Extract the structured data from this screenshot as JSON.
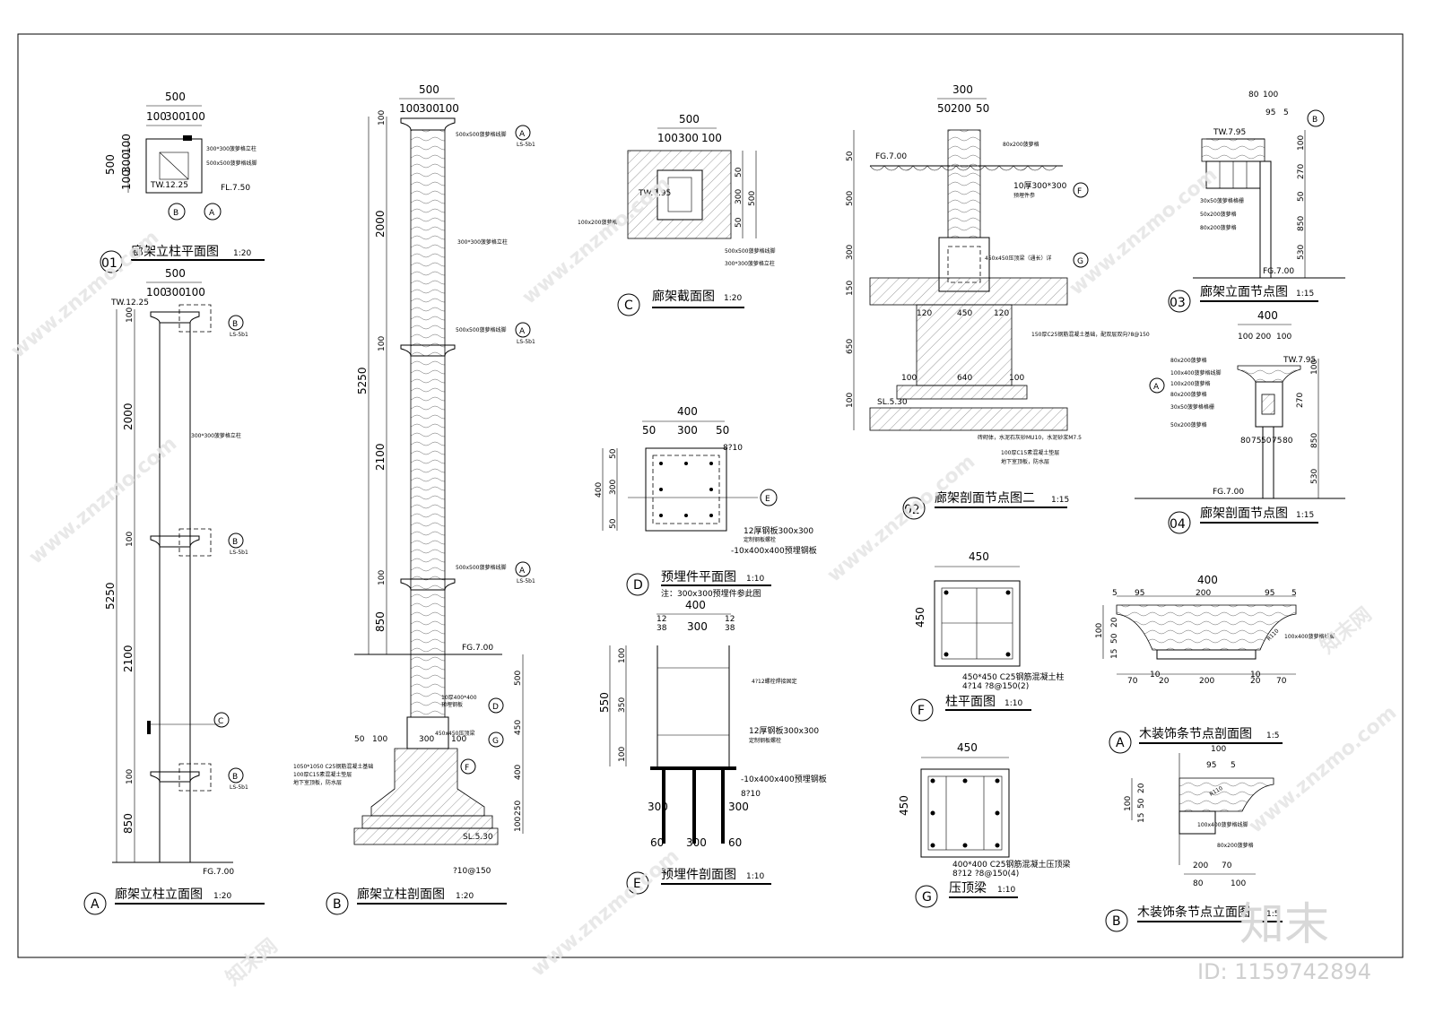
{
  "drawings": {
    "d01": {
      "num": "01",
      "title": "廊架立柱平面图",
      "scale": "1:20",
      "dims": [
        "500",
        "100",
        "300",
        "100",
        "100",
        "300",
        "100",
        "500"
      ],
      "notes": [
        "300*300菠萝格立柱",
        "500x500菠萝格线脚"
      ],
      "elev": [
        "TW.12.25",
        "FL.7.50"
      ],
      "marks": [
        "B",
        "A"
      ]
    },
    "dA": {
      "num": "A",
      "title": "廊架立柱立面图",
      "scale": "1:20",
      "dims": [
        "500",
        "100",
        "300",
        "100",
        "5250",
        "2000",
        "2100",
        "850",
        "100",
        "100",
        "100"
      ],
      "notes": [
        "300*300菠萝格立柱"
      ],
      "elev": [
        "TW.12.25",
        "FG.7.00"
      ],
      "marks": [
        "B",
        "B",
        "B",
        "C"
      ],
      "sheet": "LS-5b1"
    },
    "dB": {
      "num": "B",
      "title": "廊架立柱剖面图",
      "scale": "1:20",
      "dims": [
        "500",
        "100",
        "300",
        "100",
        "5250",
        "2000",
        "2100",
        "850",
        "100",
        "100",
        "100",
        "500",
        "450",
        "400",
        "250",
        "100",
        "50",
        "100",
        "300",
        "100",
        "450"
      ],
      "notes": [
        "500x500菠萝格线脚",
        "300*300菠萝格立柱",
        "10厚400*400",
        "预埋钢板",
        "450x450压顶梁",
        "1050*1050 C25钢筋混凝土基础",
        "100厚C15素混凝土垫层",
        "地下室顶板，防水层",
        "?10@150"
      ],
      "elev": [
        "FG.7.00",
        "SL.5.30"
      ],
      "marks": [
        "A",
        "A",
        "A",
        "D",
        "G",
        "F"
      ],
      "sheet": "LS-5b1"
    },
    "dC": {
      "num": "C",
      "title": "廊架截面图",
      "scale": "1:20",
      "dims": [
        "500",
        "100",
        "300",
        "100",
        "50",
        "300",
        "50",
        "500"
      ],
      "notes": [
        "100x200菠萝格",
        "500x500菠萝格线脚",
        "300*300菠萝格立柱"
      ],
      "elev": [
        "TW.7.95"
      ]
    },
    "dD": {
      "num": "D",
      "title": "预埋件平面图",
      "scale": "1:10",
      "dims": [
        "400",
        "50",
        "300",
        "50",
        "50",
        "300",
        "50",
        "400"
      ],
      "notes": [
        "8?10",
        "12厚钢板300x300",
        "定制钢板螺栓",
        "-10x400x400预埋钢板"
      ],
      "subnote": "注：300x300预埋件参此图",
      "marks": [
        "E"
      ]
    },
    "dE": {
      "num": "E",
      "title": "预埋件剖面图",
      "scale": "1:10",
      "dims": [
        "400",
        "12",
        "38",
        "300",
        "12",
        "38",
        "550",
        "100",
        "350",
        "100",
        "300",
        "300",
        "60",
        "300",
        "60"
      ],
      "notes": [
        "4?12螺栓焊接固定",
        "12厚钢板300x300",
        "定制钢板螺栓",
        "-10x400x400预埋钢板",
        "8?10"
      ]
    },
    "d02": {
      "num": "02",
      "title": "廊架剖面节点图二",
      "scale": "1:15",
      "dims": [
        "300",
        "50",
        "200",
        "50",
        "50",
        "500",
        "300",
        "150",
        "650",
        "100",
        "120",
        "450",
        "120",
        "100",
        "640",
        "100"
      ],
      "notes": [
        "80x200菠萝格",
        "10厚300*300",
        "预埋件参",
        "450x450压顶梁（通长）详",
        "150厚C25钢筋混凝土基础，配双层双向?8@150",
        "砖砌体，水泥石灰砂MU10，水泥砂浆M7.5",
        "100厚C15素混凝土垫层",
        "地下室顶板，防水层"
      ],
      "elev": [
        "FG.7.00",
        "SL.5.30"
      ],
      "marks": [
        "F",
        "G"
      ]
    },
    "d03": {
      "num": "03",
      "title": "廊架立面节点图",
      "scale": "1:15",
      "dims": [
        "80",
        "100",
        "95",
        "5",
        "100",
        "270",
        "50",
        "850",
        "530"
      ],
      "notes": [
        "30x50菠萝格格栅",
        "50x200菠萝格",
        "80x200菠萝格"
      ],
      "elev": [
        "TW.7.95",
        "FG.7.00"
      ],
      "marks": [
        "B"
      ]
    },
    "d04": {
      "num": "04",
      "title": "廊架剖面节点图",
      "scale": "1:15",
      "dims": [
        "400",
        "100",
        "200",
        "100",
        "100",
        "270",
        "850",
        "530",
        "80",
        "75",
        "50",
        "75",
        "80"
      ],
      "notes": [
        "80x200菠萝格",
        "100x400菠萝格线脚",
        "100x200菠萝格",
        "80x200菠萝格",
        "30x50菠萝格格栅",
        "50x200菠萝格"
      ],
      "elev": [
        "TW.7.95",
        "FG.7.00"
      ],
      "marks": [
        "A"
      ]
    },
    "dF": {
      "num": "F",
      "title": "柱平面图",
      "scale": "1:10",
      "dims": [
        "450",
        "450"
      ],
      "notes": [
        "450*450 C25钢筋混凝土柱",
        "4?14 ?8@150(2)"
      ]
    },
    "dG": {
      "num": "G",
      "title": "压顶梁",
      "scale": "1:10",
      "dims": [
        "450",
        "450"
      ],
      "notes": [
        "400*400 C25钢筋混凝土压顶梁",
        "8?12 ?8@150(4)"
      ]
    },
    "dWA": {
      "num": "A",
      "title": "木装饰条节点剖面图",
      "scale": "1:5",
      "dims": [
        "400",
        "5",
        "95",
        "200",
        "95",
        "5",
        "100",
        "15",
        "50",
        "20",
        "70",
        "10",
        "20",
        "200",
        "10",
        "20",
        "70"
      ],
      "notes": [
        "R110",
        "100x400菠萝格线脚"
      ]
    },
    "dWB": {
      "num": "B",
      "title": "木装饰条节点立面图",
      "scale": "1:5",
      "dims": [
        "100",
        "95",
        "5",
        "100",
        "15",
        "50",
        "20",
        "80",
        "100",
        "200",
        "70"
      ],
      "notes": [
        "R110",
        "100x400菠萝格线脚",
        "80x200菠萝格"
      ]
    }
  },
  "watermark": {
    "site": "www.znzmo.com",
    "brand": "知末网",
    "logo": "知末",
    "id": "ID: 1159742894"
  }
}
